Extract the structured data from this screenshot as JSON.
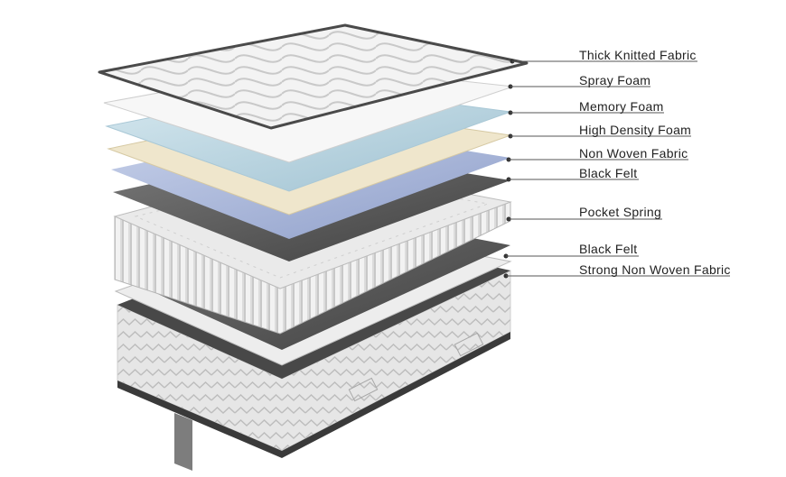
{
  "labels": [
    "Thick Knitted Fabric",
    "Spray Foam",
    "Memory Foam",
    "High Density Foam",
    "Non Woven Fabric",
    "Black Felt",
    "Pocket Spring",
    "Black Felt",
    "Strong Non Woven Fabric"
  ],
  "colors": {
    "knit": "#f2f2f2",
    "spray_foam": "#f7f7f7",
    "memory_foam": "#cfe3ec",
    "high_density_foam": "#efe7cf",
    "non_woven": "#b9c6e3",
    "felt": "#5e5e5e",
    "spring": "#e9e9e9",
    "base_side": "#d9d9d9",
    "base_top": "#474747",
    "leader": "#555555"
  }
}
